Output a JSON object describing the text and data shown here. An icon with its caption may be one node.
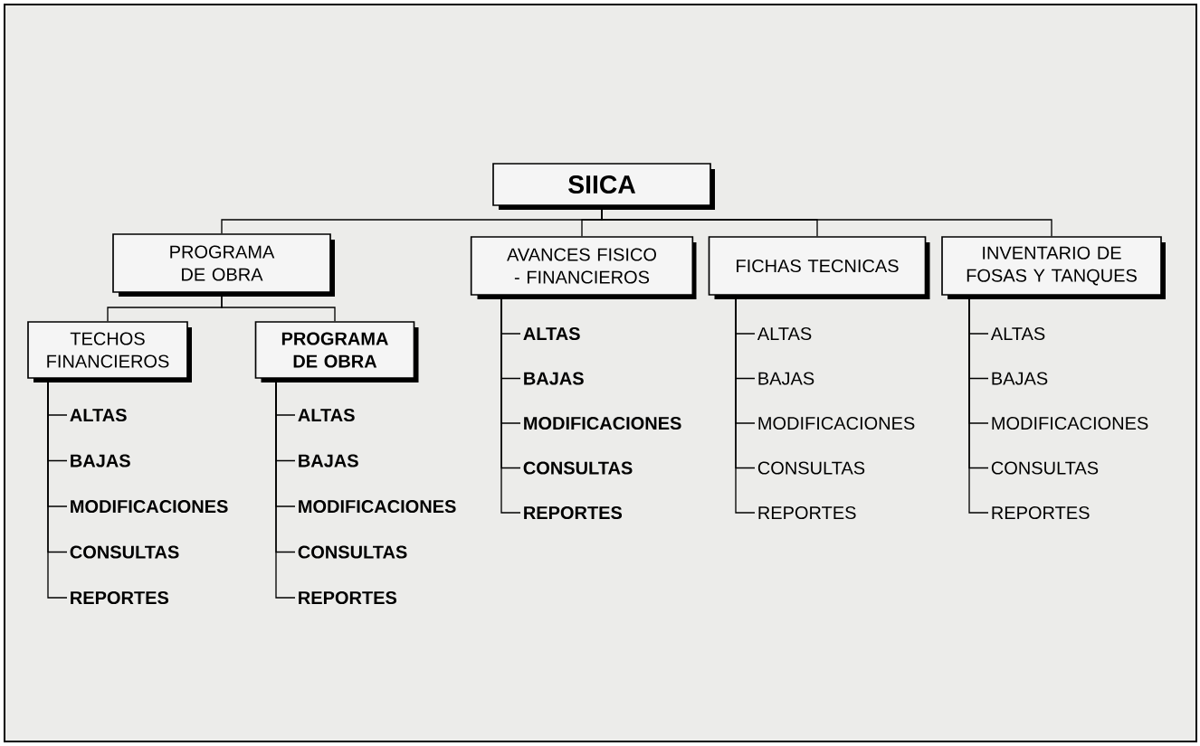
{
  "diagram": {
    "nodes": [
      {
        "text": [
          "SIICA"
        ]
      },
      {
        "text": [
          "PROGRAMA DE OBRA"
        ]
      },
      {
        "text": [
          "TECHOS FINANCIEROS"
        ]
      },
      {
        "text": [
          "ALTAS"
        ]
      },
      {
        "text": [
          "BAJAS"
        ]
      },
      {
        "text": [
          "MODIFICACIONES"
        ]
      },
      {
        "text": [
          "CONSULTAS"
        ]
      },
      {
        "text": [
          "REPORTES"
        ]
      },
      {
        "text": [
          "PROGRAMA DE OBRA"
        ]
      },
      {
        "text": [
          "ALTAS"
        ]
      },
      {
        "text": [
          "BAJAS"
        ]
      },
      {
        "text": [
          "MODIFICACIONES"
        ]
      },
      {
        "text": [
          "CONSULTAS"
        ]
      },
      {
        "text": [
          "REPORTES"
        ]
      },
      {
        "text": [
          "AVANCES FISICO - FINANCIEROS"
        ]
      },
      {
        "text": [
          "ALTAS"
        ]
      },
      {
        "text": [
          "BAJAS"
        ]
      },
      {
        "text": [
          "MODIFICACIONES"
        ]
      },
      {
        "text": [
          "CONSULTAS"
        ]
      },
      {
        "text": [
          "REPORTES"
        ]
      },
      {
        "text": [
          "FICHAS TECNICAS"
        ]
      },
      {
        "text": [
          "ALTAS"
        ]
      },
      {
        "text": [
          "BAJAS"
        ]
      },
      {
        "text": [
          "MODIFICACIONES"
        ]
      },
      {
        "text": [
          "CONSULTAS"
        ]
      },
      {
        "text": [
          "REPORTES"
        ]
      },
      {
        "text": [
          "INVENTARIO DE FOSAS Y TANQUES"
        ]
      },
      {
        "text": [
          "ALTAS"
        ]
      },
      {
        "text": [
          "BAJAS"
        ]
      },
      {
        "text": [
          "MODIFICACIONES"
        ]
      },
      {
        "text": [
          "CONSULTAS"
        ]
      },
      {
        "text": [
          "REPORTES"
        ]
      }
    ],
    "edges": [
      {
        "from": 0,
        "to": 1,
        "arrow": "none"
      },
      {
        "from": 0,
        "to": 14,
        "arrow": "none"
      },
      {
        "from": 0,
        "to": 20,
        "arrow": "none"
      },
      {
        "from": 0,
        "to": 26,
        "arrow": "none"
      },
      {
        "from": 1,
        "to": 2,
        "arrow": "none"
      },
      {
        "from": 1,
        "to": 8,
        "arrow": "none"
      },
      {
        "from": 2,
        "to": 3,
        "arrow": "none"
      },
      {
        "from": 2,
        "to": 4,
        "arrow": "none"
      },
      {
        "from": 2,
        "to": 5,
        "arrow": "none"
      },
      {
        "from": 2,
        "to": 6,
        "arrow": "none"
      },
      {
        "from": 2,
        "to": 7,
        "arrow": "none"
      },
      {
        "from": 8,
        "to": 9,
        "arrow": "none"
      },
      {
        "from": 8,
        "to": 10,
        "arrow": "none"
      },
      {
        "from": 8,
        "to": 11,
        "arrow": "none"
      },
      {
        "from": 8,
        "to": 12,
        "arrow": "none"
      },
      {
        "from": 8,
        "to": 13,
        "arrow": "none"
      },
      {
        "from": 14,
        "to": 15,
        "arrow": "none"
      },
      {
        "from": 14,
        "to": 16,
        "arrow": "none"
      },
      {
        "from": 14,
        "to": 17,
        "arrow": "none"
      },
      {
        "from": 14,
        "to": 18,
        "arrow": "none"
      },
      {
        "from": 14,
        "to": 19,
        "arrow": "none"
      },
      {
        "from": 20,
        "to": 21,
        "arrow": "none"
      },
      {
        "from": 20,
        "to": 22,
        "arrow": "none"
      },
      {
        "from": 20,
        "to": 23,
        "arrow": "none"
      },
      {
        "from": 20,
        "to": 24,
        "arrow": "none"
      },
      {
        "from": 20,
        "to": 25,
        "arrow": "none"
      },
      {
        "from": 26,
        "to": 27,
        "arrow": "none"
      },
      {
        "from": 26,
        "to": 28,
        "arrow": "none"
      },
      {
        "from": 26,
        "to": 29,
        "arrow": "none"
      },
      {
        "from": 26,
        "to": 30,
        "arrow": "none"
      },
      {
        "from": 26,
        "to": 31,
        "arrow": "none"
      }
    ]
  }
}
